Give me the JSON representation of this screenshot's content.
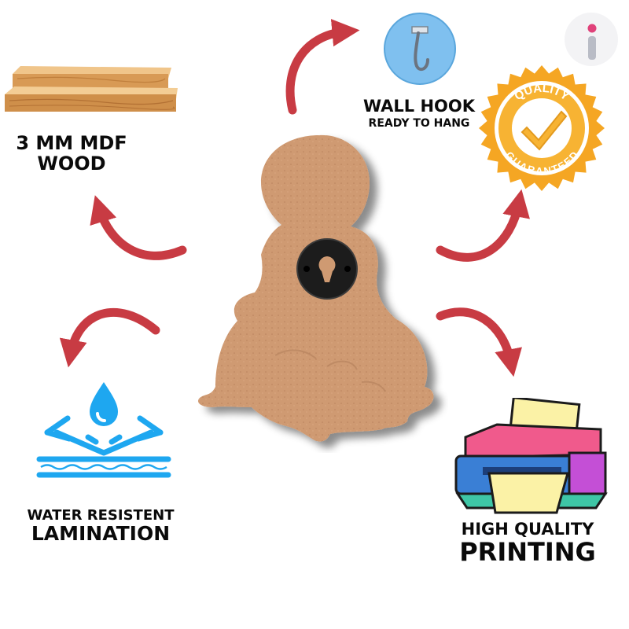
{
  "features": {
    "mdf": {
      "line1": "3 MM MDF",
      "line2": "WOOD"
    },
    "hook": {
      "line1": "WALL HOOK",
      "line2": "READY TO HANG"
    },
    "water": {
      "line1": "WATER RESISTENT",
      "line2": "LAMINATION"
    },
    "printing": {
      "line1": "HIGH QUALITY",
      "line2": "PRINTING"
    }
  },
  "seal": {
    "top": "QUALITY",
    "bottom": "GUARANTEED"
  },
  "colors": {
    "arrow": "#c83b43",
    "mdf": "#cf9a72",
    "water": "#1ea7f0",
    "seal": "#f5a623",
    "hook": "#7fc0ef"
  },
  "icons": [
    "brand-logo-icon",
    "mdf-wood-planks-icon",
    "wall-hook-icon",
    "quality-guaranteed-seal-icon",
    "water-resistant-icon",
    "printer-icon"
  ]
}
